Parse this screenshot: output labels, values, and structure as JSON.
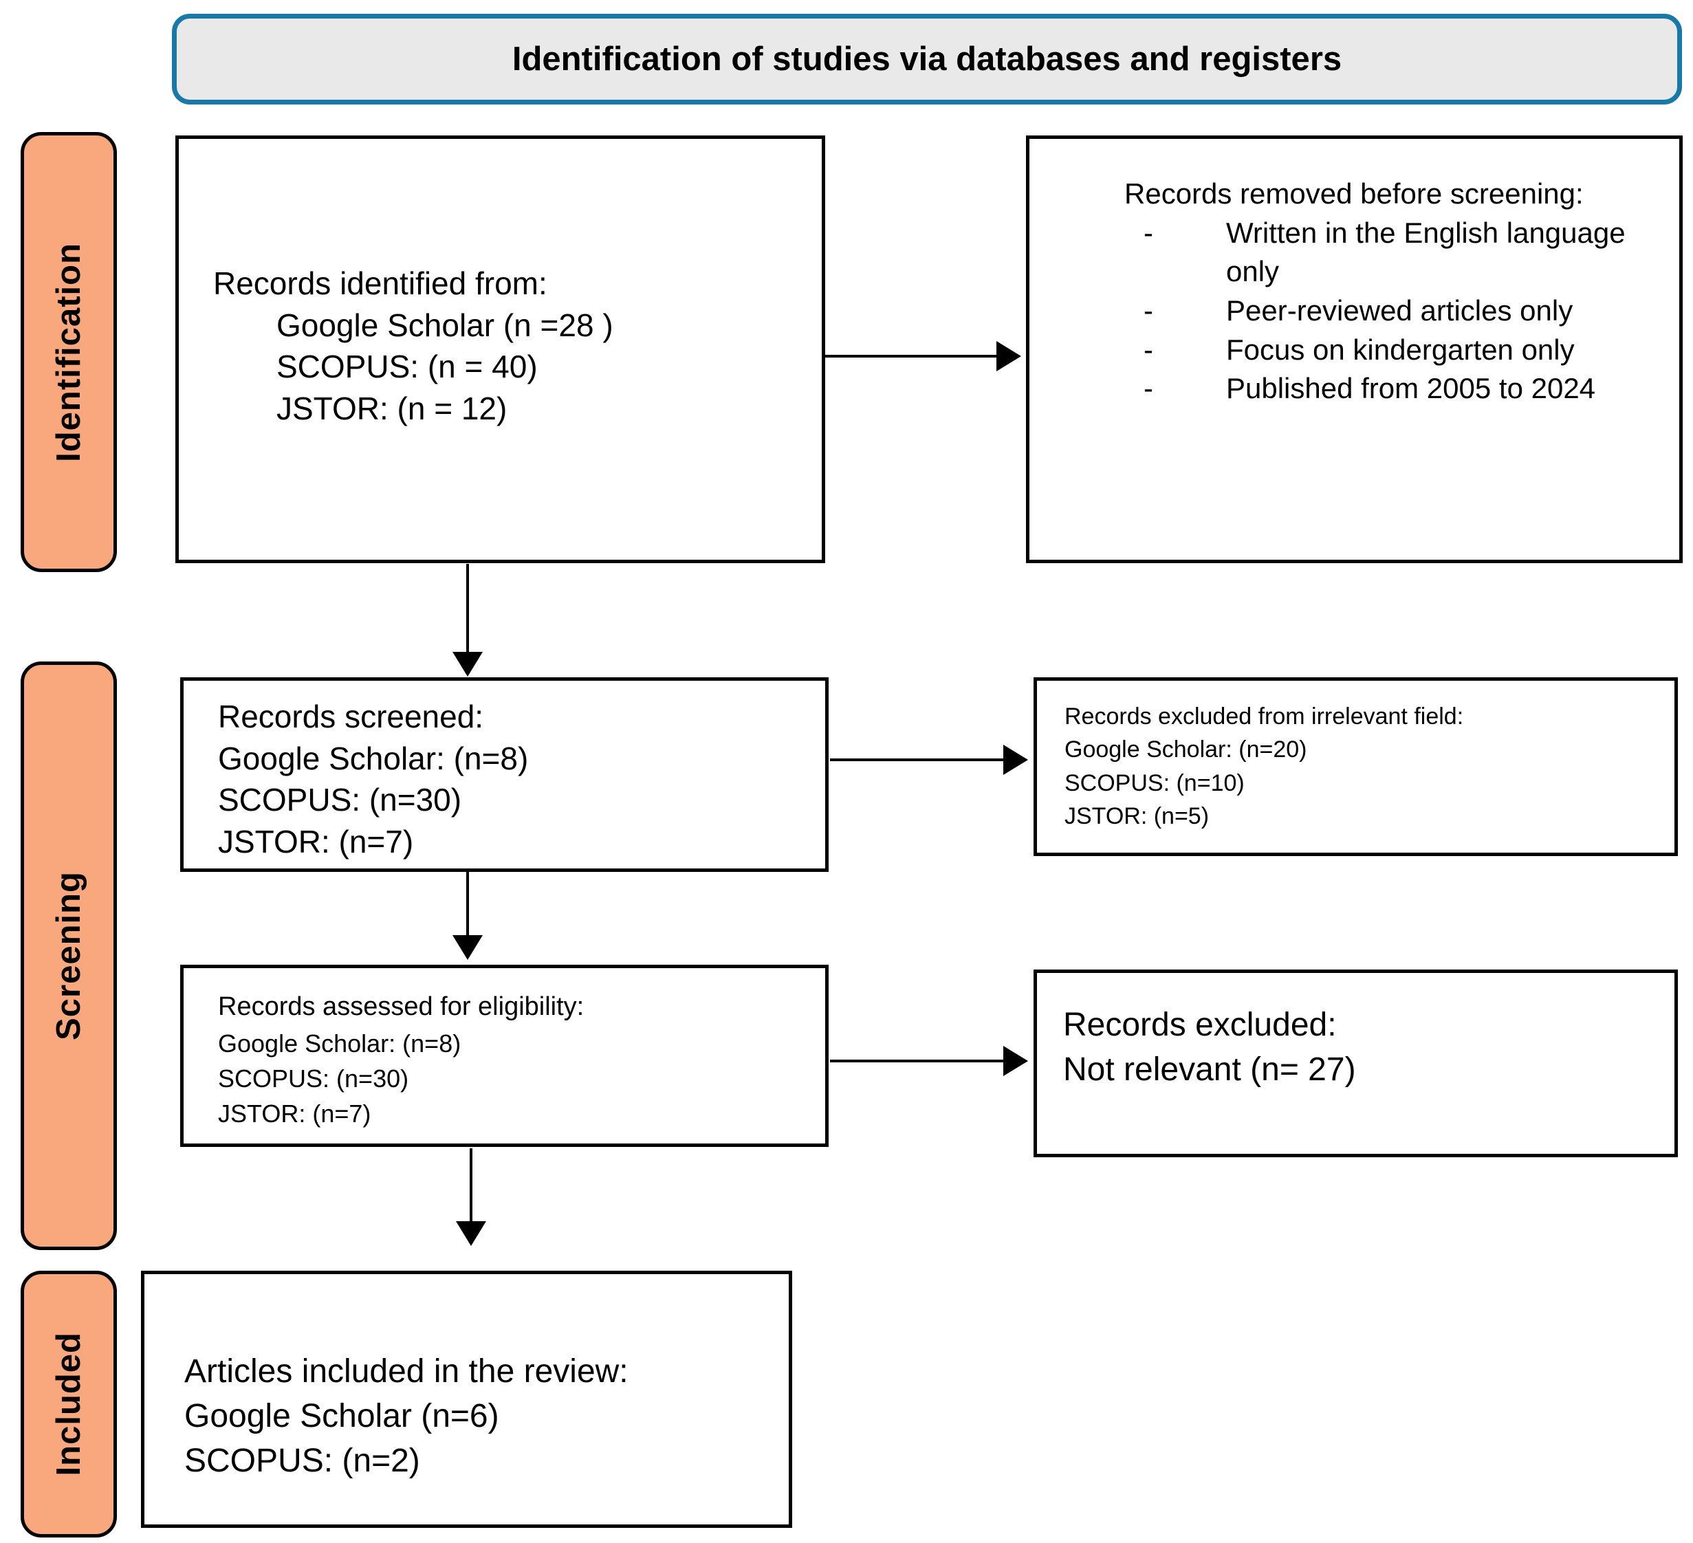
{
  "header": {
    "title": "Identification of studies via databases and registers"
  },
  "stages": [
    {
      "label": "Identification"
    },
    {
      "label": "Screening"
    },
    {
      "label": "Included"
    }
  ],
  "boxes": {
    "identified": {
      "title": "Records identified from:",
      "lines": [
        "Google Scholar (n =28 )",
        "SCOPUS: (n = 40)",
        "JSTOR: (n = 12)"
      ]
    },
    "removed": {
      "title": "Records removed before screening:",
      "bullets": [
        "Written in the English language only",
        "Peer-reviewed articles only",
        "Focus on kindergarten only",
        "Published from 2005 to 2024"
      ]
    },
    "screened": {
      "title": "Records screened:",
      "lines": [
        "Google Scholar:  (n=8)",
        "SCOPUS:  (n=30)",
        "JSTOR: (n=7)"
      ]
    },
    "excluded_irrelevant": {
      "title": "Records excluded from irrelevant field:",
      "lines": [
        "Google Scholar: (n=20)",
        "SCOPUS: (n=10)",
        "JSTOR: (n=5)"
      ]
    },
    "assessed": {
      "title": "Records assessed for eligibility:",
      "lines": [
        "Google Scholar:  (n=8)",
        "SCOPUS: (n=30)",
        "JSTOR: (n=7)"
      ]
    },
    "excluded_notrelevant": {
      "title": "Records excluded:",
      "lines": [
        "Not relevant (n= 27)"
      ]
    },
    "included": {
      "title": "Articles included in the review:",
      "lines": [
        "Google Scholar (n=6)",
        "SCOPUS: (n=2)"
      ]
    }
  },
  "colors": {
    "stage_fill": "#F8A87C",
    "header_border": "#1878A8",
    "header_fill": "#E9E9E9",
    "box_border": "#000000",
    "arrow": "#000000"
  }
}
